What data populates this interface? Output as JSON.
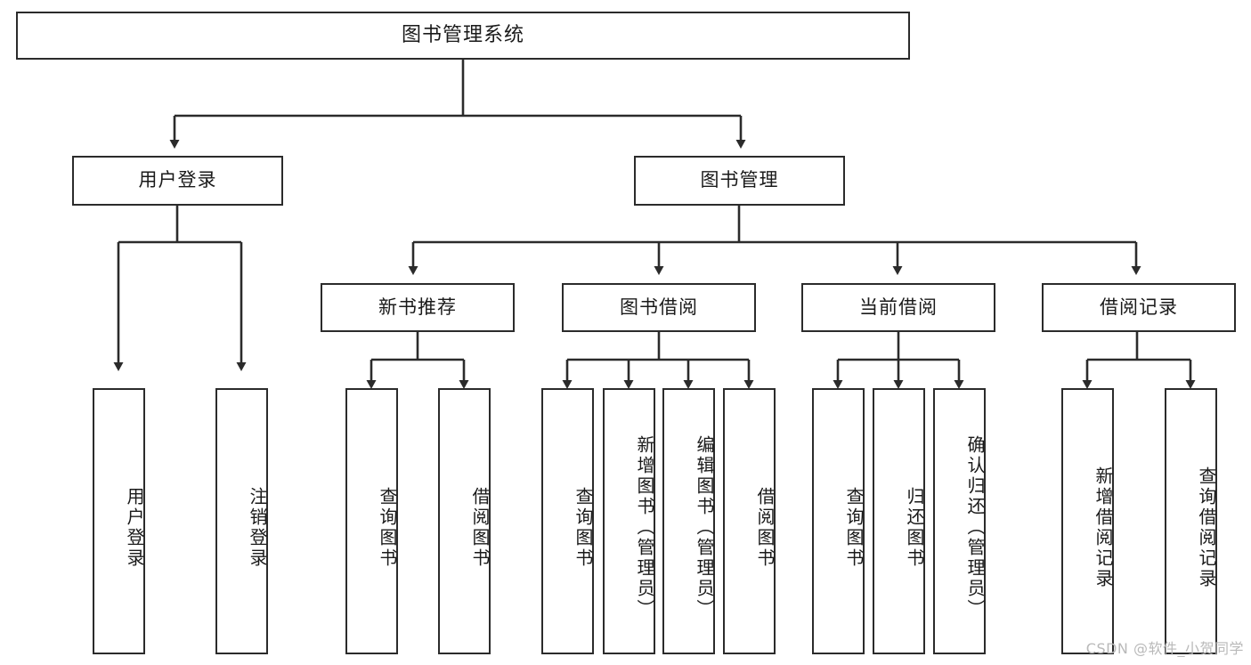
{
  "diagram": {
    "title": "图书管理系统",
    "type": "tree",
    "watermark": "CSDN @软件_小贺同学",
    "colors": {
      "background": "#ffffff",
      "box_border": "#2b2b2b",
      "box_fill": "#ffffff",
      "connector": "#2b2b2b",
      "text": "#1a1a1a",
      "watermark": "#b9b9b9"
    },
    "levels": {
      "root": {
        "label": "图书管理系统"
      },
      "level2": [
        {
          "id": "user-login",
          "label": "用户登录"
        },
        {
          "id": "book-management",
          "label": "图书管理"
        }
      ],
      "level3": [
        {
          "id": "new-book-recommend",
          "label": "新书推荐"
        },
        {
          "id": "book-borrow",
          "label": "图书借阅"
        },
        {
          "id": "current-borrow",
          "label": "当前借阅"
        },
        {
          "id": "borrow-record",
          "label": "借阅记录"
        }
      ],
      "leaves": [
        {
          "id": "leaf-user-login",
          "label": "用户登录",
          "parent": "user-login"
        },
        {
          "id": "leaf-user-logout",
          "label": "注销登录",
          "parent": "user-login"
        },
        {
          "id": "leaf-query-book-1",
          "label": "查询图书",
          "parent": "new-book-recommend"
        },
        {
          "id": "leaf-borrow-book-1",
          "label": "借阅图书",
          "parent": "new-book-recommend"
        },
        {
          "id": "leaf-query-book-2",
          "label": "查询图书",
          "parent": "book-borrow"
        },
        {
          "id": "leaf-add-book",
          "label": "新增图书（管理员）",
          "parent": "book-borrow"
        },
        {
          "id": "leaf-edit-book",
          "label": "编辑图书（管理员）",
          "parent": "book-borrow"
        },
        {
          "id": "leaf-borrow-book-2",
          "label": "借阅图书",
          "parent": "book-borrow"
        },
        {
          "id": "leaf-query-book-3",
          "label": "查询图书",
          "parent": "current-borrow"
        },
        {
          "id": "leaf-return-book",
          "label": "归还图书",
          "parent": "current-borrow"
        },
        {
          "id": "leaf-confirm-return",
          "label": "确认归还（管理员）",
          "parent": "current-borrow"
        },
        {
          "id": "leaf-add-record",
          "label": "新增借阅记录",
          "parent": "borrow-record"
        },
        {
          "id": "leaf-query-record",
          "label": "查询借阅记录",
          "parent": "borrow-record"
        }
      ]
    }
  }
}
